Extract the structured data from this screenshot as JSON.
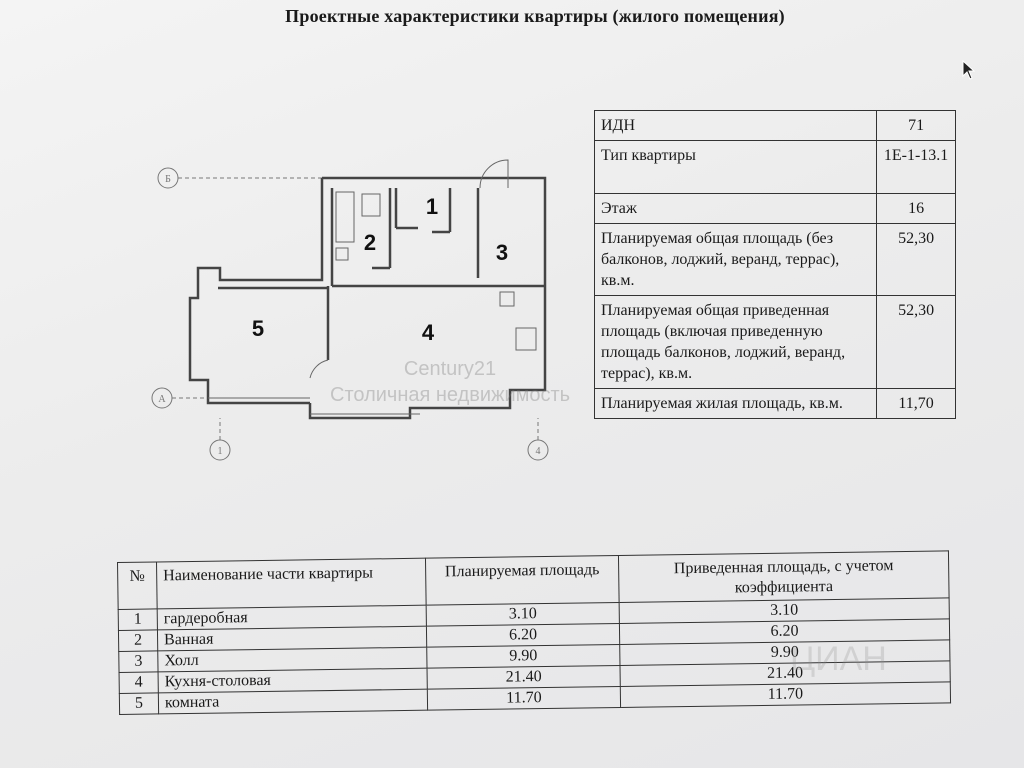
{
  "title": "Проектные характеристики квартиры (жилого помещения)",
  "summary": [
    {
      "label": "ИДН",
      "value": "71"
    },
    {
      "label": "Тип квартиры",
      "value": "1Е-1-13.1"
    },
    {
      "label": "Этаж",
      "value": "16"
    },
    {
      "label": "Планируемая общая площадь (без балконов, лоджий, веранд, террас), кв.м.",
      "value": "52,30"
    },
    {
      "label": "Планируемая общая приведенная площадь (включая приведенную площадь балконов, лоджий, веранд, террас), кв.м.",
      "value": "52,30"
    },
    {
      "label": "Планируемая жилая площадь, кв.м.",
      "value": "11,70"
    }
  ],
  "parts": {
    "headers": {
      "num": "№",
      "name": "Наименование части квартиры",
      "area": "Планируемая площадь",
      "reduced": "Приведенная площадь, с учетом коэффициента"
    },
    "rows": [
      {
        "num": "1",
        "name": "гардеробная",
        "area": "3.10",
        "reduced": "3.10"
      },
      {
        "num": "2",
        "name": "Ванная",
        "area": "6.20",
        "reduced": "6.20"
      },
      {
        "num": "3",
        "name": "Холл",
        "area": "9.90",
        "reduced": "9.90"
      },
      {
        "num": "4",
        "name": "Кухня-столовая",
        "area": "21.40",
        "reduced": "21.40"
      },
      {
        "num": "5",
        "name": "комната",
        "area": "11.70",
        "reduced": "11.70"
      }
    ]
  },
  "plan": {
    "room_labels": [
      "1",
      "2",
      "3",
      "4",
      "5"
    ],
    "axis_labels": [
      "Б",
      "А",
      "1",
      "4"
    ]
  },
  "watermark": {
    "line1": "Century21",
    "line2": "Столичная недвижимость",
    "cian": "ЦИАН"
  }
}
